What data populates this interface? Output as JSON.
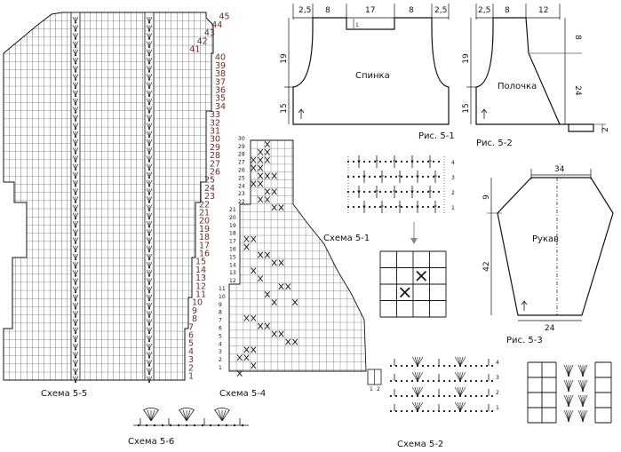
{
  "schema55": {
    "title": "Схема 5-5",
    "row_numbers": [
      "1",
      "2",
      "3",
      "4",
      "5",
      "6",
      "7",
      "8",
      "9",
      "10",
      "11",
      "12",
      "13",
      "14",
      "15",
      "16",
      "17",
      "18",
      "19",
      "20",
      "21",
      "22",
      "23",
      "24",
      "25",
      "26",
      "27",
      "28",
      "29",
      "30",
      "31",
      "32",
      "33",
      "34",
      "35",
      "36",
      "37",
      "38",
      "39",
      "40",
      "41",
      "42",
      "43",
      "44",
      "45"
    ]
  },
  "schema54": {
    "title": "Схема 5-4",
    "row_numbers": [
      "1",
      "2",
      "3",
      "4",
      "5",
      "6",
      "7",
      "8",
      "9",
      "10",
      "11",
      "12",
      "13",
      "14",
      "15",
      "16",
      "17",
      "18",
      "19",
      "20",
      "21",
      "22",
      "23",
      "24",
      "25",
      "26",
      "27",
      "28",
      "29",
      "30"
    ],
    "repeat_numbers": [
      "1",
      "2"
    ]
  },
  "schema56": {
    "title": "Схема 5-6"
  },
  "schema51": {
    "title": "Схема 5-1",
    "rows": [
      "1",
      "2",
      "3",
      "4"
    ]
  },
  "schema52": {
    "title": "Схема 5-2",
    "rows": [
      "1",
      "2",
      "3",
      "4"
    ]
  },
  "fig51": {
    "caption": "Рис. 5-1",
    "name": "Спинка",
    "top_dims": [
      "2,5",
      "8",
      "17",
      "8",
      "2,5"
    ],
    "side_dims": [
      "19",
      "15"
    ],
    "neck_dim": "1"
  },
  "fig52": {
    "caption": "Рис. 5-2",
    "name": "Полочка",
    "top_dims": [
      "2,5",
      "8",
      "12"
    ],
    "left_dims": [
      "19",
      "15"
    ],
    "right_dims": [
      "8",
      "24",
      "2"
    ]
  },
  "fig53": {
    "caption": "Рис. 5-3",
    "name": "Рукав",
    "top_dim": "34",
    "bottom_dim": "24",
    "side_dims": [
      "9",
      "42"
    ]
  }
}
